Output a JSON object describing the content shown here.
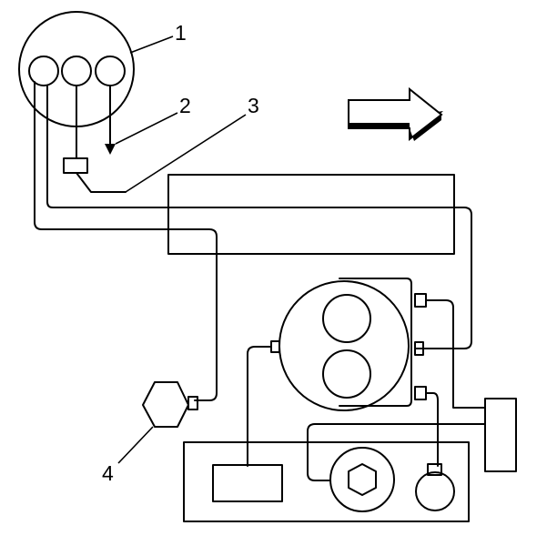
{
  "diagram": {
    "callouts": [
      {
        "id": "1",
        "label": "1"
      },
      {
        "id": "2",
        "label": "2"
      },
      {
        "id": "3",
        "label": "3"
      },
      {
        "id": "4",
        "label": "4"
      }
    ],
    "colors": {
      "line": "#000000",
      "background": "#ffffff",
      "arrow_shadow": "#000000"
    },
    "icons": {
      "direction_arrow": "front-arrow-icon",
      "sensor": "hex-sensor-icon"
    }
  }
}
